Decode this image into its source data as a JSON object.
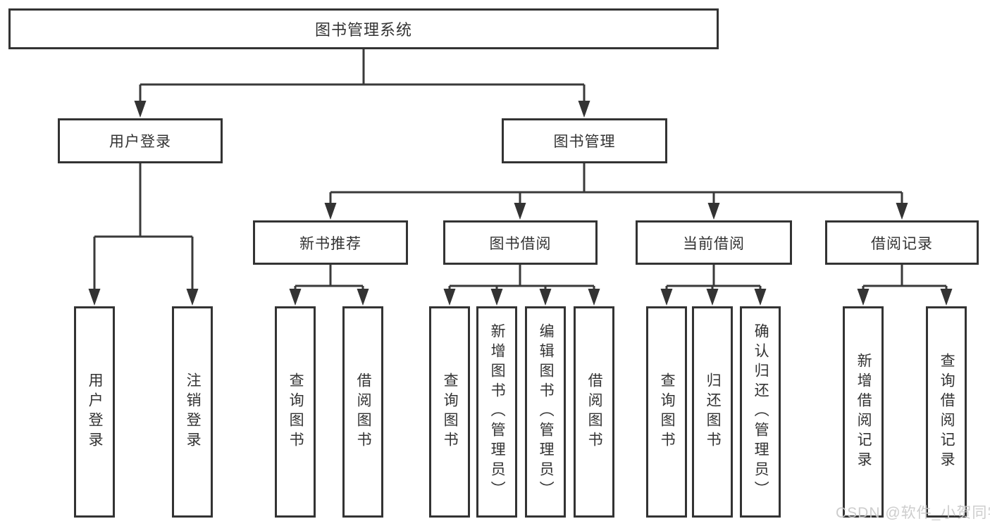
{
  "diagram": {
    "root": {
      "label": "图书管理系统"
    },
    "level2": {
      "user_login": {
        "label": "用户登录"
      },
      "book_management": {
        "label": "图书管理"
      }
    },
    "level3": {
      "new_book_recommend": {
        "label": "新书推荐"
      },
      "book_borrowing": {
        "label": "图书借阅"
      },
      "current_borrowing": {
        "label": "当前借阅"
      },
      "borrowing_records": {
        "label": "借阅记录"
      }
    },
    "leaves": {
      "user_login": {
        "label": "用户登录"
      },
      "logout": {
        "label": "注销登录"
      },
      "query_books_recommend": {
        "label": "查询图书"
      },
      "borrow_books_recommend": {
        "label": "借阅图书"
      },
      "query_books_borrowing": {
        "label": "查询图书"
      },
      "add_books_admin": {
        "label": "新增图书（管理员）"
      },
      "edit_books_admin": {
        "label": "编辑图书（管理员）"
      },
      "borrow_books_borrowing": {
        "label": "借阅图书"
      },
      "query_books_current": {
        "label": "查询图书"
      },
      "return_books": {
        "label": "归还图书"
      },
      "confirm_return_admin": {
        "label": "确认归还（管理员）"
      },
      "add_borrow_record": {
        "label": "新增借阅记录"
      },
      "query_borrow_record": {
        "label": "查询借阅记录"
      }
    }
  },
  "watermark": {
    "text": "CSDN @软件_小贺同学"
  },
  "colors": {
    "line": "#333333",
    "text": "#333333",
    "box_background": "#ffffff",
    "watermark": "#c9c9c9",
    "page_background": "#ffffff"
  }
}
